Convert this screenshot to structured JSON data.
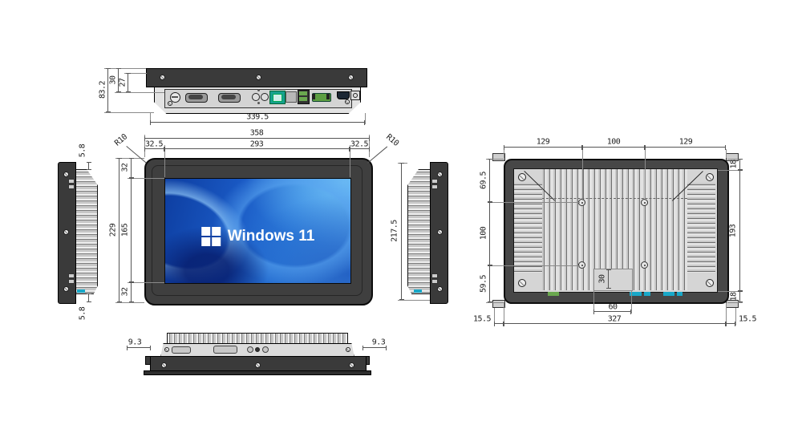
{
  "colors": {
    "background": "#ffffff",
    "bezel_dark": "#3d3d3d",
    "chassis_gray": "#d9d9d9",
    "dimension_line": "#555555",
    "screen_blue": "#1d61cd",
    "lan_port_teal": "#17a08f",
    "usb_green": "#6aa84f",
    "terminal_green": "#5d9e42",
    "io_cyan": "#18a8c8",
    "logo_white": "#ffffff"
  },
  "views": {
    "top": {
      "dims": {
        "overall_width": "339.5",
        "total_depth": "83.2",
        "mount_depth": "30",
        "panel_depth": "27"
      }
    },
    "left_side": {
      "dims": {
        "top_overhang": "5.8",
        "bottom_overhang": "5.8"
      }
    },
    "front": {
      "dims": {
        "overall_width": "358",
        "screen_width": "293",
        "left_margin": "32.5",
        "right_margin": "32.5",
        "corner_radius_left": "R10",
        "corner_radius_right": "R10",
        "overall_height": "229",
        "screen_height": "165",
        "top_margin": "32",
        "bottom_margin": "32"
      },
      "screen": {
        "brand": "Windows 11"
      }
    },
    "right_side": {
      "dims": {
        "body_height": "217.5"
      }
    },
    "bottom": {
      "dims": {
        "left_overhang": "9.3",
        "right_overhang": "9.3"
      }
    },
    "rear": {
      "dims": {
        "top_left": "129",
        "top_center": "100",
        "top_right": "129",
        "left_top": "69.5",
        "left_middle": "100",
        "left_bottom": "59.5",
        "right_top": "18",
        "right_middle": "193",
        "right_bottom": "18",
        "cutout_width": "60",
        "cutout_height": "30",
        "bottom_left": "15.5",
        "bottom_center": "327",
        "bottom_right": "15.5"
      }
    }
  }
}
